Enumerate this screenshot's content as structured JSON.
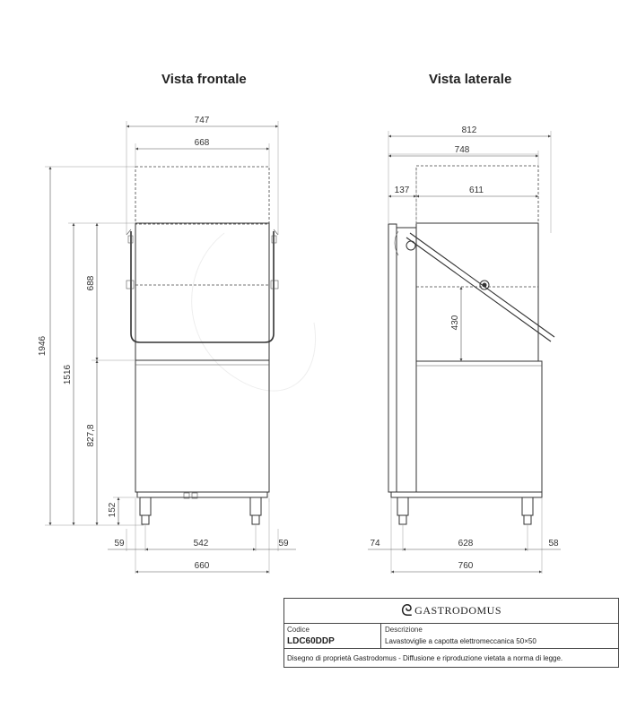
{
  "titles": {
    "front": "Vista frontale",
    "side": "Vista laterale"
  },
  "front_dims": {
    "overall_width": "747",
    "hood_width": "668",
    "total_height": "1946",
    "open_height": "1516",
    "hood_height": "688",
    "body_height": "827,8",
    "leg_height": "152",
    "left_offset": "59",
    "inner_width": "542",
    "right_offset": "59",
    "base_width": "660"
  },
  "side_dims": {
    "overall_depth": "812",
    "hood_depth": "748",
    "rear_offset": "137",
    "top_depth": "611",
    "arm_height": "430",
    "left_offset": "74",
    "inner_depth": "628",
    "right_offset": "58",
    "base_depth": "760"
  },
  "title_block": {
    "brand": "Gastrodomus",
    "code_label": "Codice",
    "code": "LDC60DDP",
    "desc_label": "Descrizione",
    "description": "Lavastoviglie a capotta elettromeccanica 50×50",
    "note": "Disegno di proprietà Gastrodomus -  Diffusione e riproduzione vietata a norma di legge."
  }
}
